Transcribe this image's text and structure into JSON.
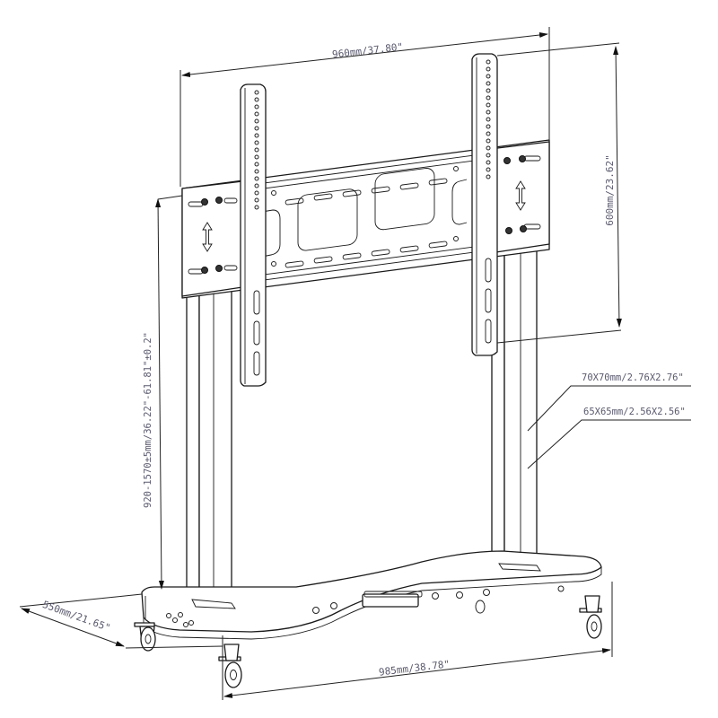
{
  "diagram": {
    "subject": "Mobile TV stand with height-adjustable mount",
    "line_color": "#1a1a1a",
    "label_color": "#5a5a6e",
    "dimensions": {
      "mount_width": "960mm/37.80\"",
      "mount_height": "600mm/23.62\"",
      "column_outer": "70X70mm/2.76X2.76\"",
      "column_inner": "65X65mm/2.56X2.56\"",
      "height_range": "920-1570±5mm/36.22\"-61.81\"±0.2\"",
      "base_depth": "550mm/21.65\"",
      "base_width": "985mm/38.78\""
    },
    "components": [
      {
        "name": "vesa-mount-plate",
        "label": "Mount plate"
      },
      {
        "name": "left-bracket-arm",
        "label": "Left bracket arm"
      },
      {
        "name": "right-bracket-arm",
        "label": "Right bracket arm"
      },
      {
        "name": "left-column",
        "label": "Left column"
      },
      {
        "name": "right-column",
        "label": "Right column"
      },
      {
        "name": "base-platform",
        "label": "Base platform"
      },
      {
        "name": "caster-wheels",
        "label": "Caster wheels (4)"
      }
    ]
  }
}
